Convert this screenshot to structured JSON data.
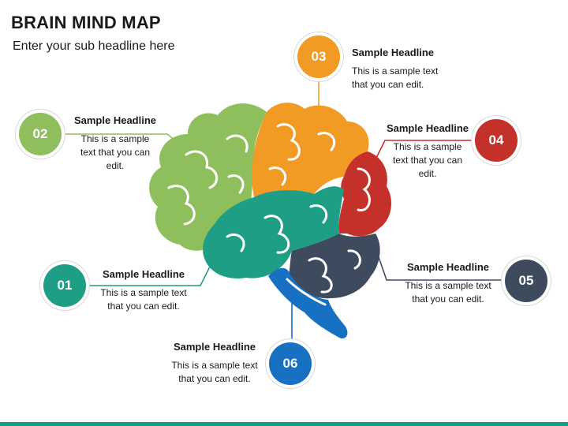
{
  "title": "BRAIN MIND MAP",
  "subtitle": "Enter your sub headline here",
  "colors": {
    "c01": "#1f9e86",
    "c02": "#8fbe5c",
    "c03": "#f29b24",
    "c04": "#c4312b",
    "c05": "#3e4b5e",
    "c06": "#1770c2",
    "footer": "#1b9a85"
  },
  "items": [
    {
      "number": "01",
      "headline": "Sample Headline",
      "text": "This is a sample text that you can edit."
    },
    {
      "number": "02",
      "headline": "Sample Headline",
      "text": "This is a sample text that you can edit."
    },
    {
      "number": "03",
      "headline": "Sample Headline",
      "text": "This is a sample text that you can edit."
    },
    {
      "number": "04",
      "headline": "Sample Headline",
      "text": "This is a sample text that you can edit."
    },
    {
      "number": "05",
      "headline": "Sample Headline",
      "text": "This is a sample text that you can edit."
    },
    {
      "number": "06",
      "headline": "Sample Headline",
      "text": "This is a sample text that you can edit."
    }
  ]
}
